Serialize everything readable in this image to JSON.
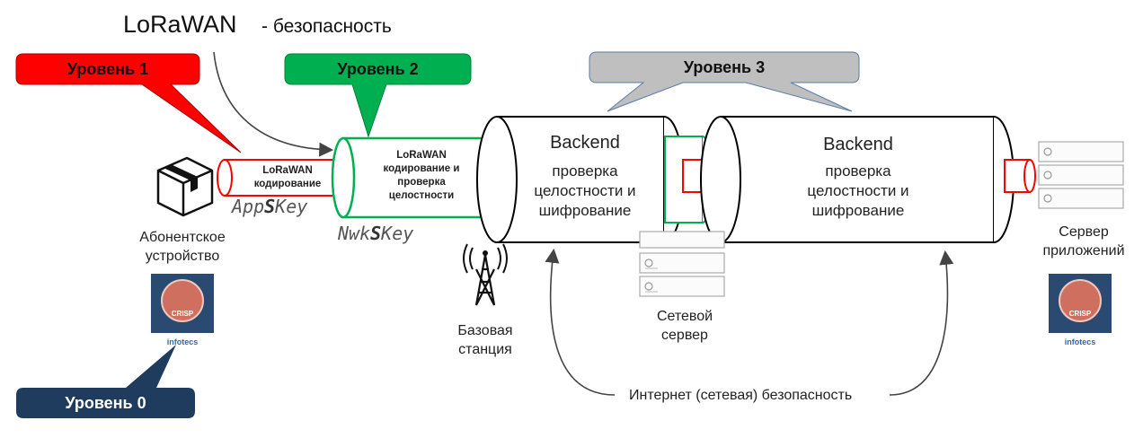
{
  "title": {
    "main": "LoRaWAN",
    "sub": "-  безопасность"
  },
  "levels": {
    "level1": "Уровень 1",
    "level2": "Уровень 2",
    "level3": "Уровень 3",
    "level0": "Уровень 0"
  },
  "colors": {
    "level1": "#ff0000",
    "level2": "#00b050",
    "level3": "#bfbfbf",
    "level0": "#1f3b5e",
    "crisp_tile": "#2a4a72",
    "crisp_circle": "#cf6f60"
  },
  "inner_pipe": {
    "line1": "LoRaWAN",
    "line2": "кодирование"
  },
  "green_pipe": {
    "line1": "LoRaWAN",
    "line2": "кодирование и",
    "line3": "проверка",
    "line4": "целостности"
  },
  "keys": {
    "app_prefix": "App",
    "app_bold": "S",
    "app_suffix": "Key",
    "nwk_prefix": "Nwk",
    "nwk_bold": "S",
    "nwk_suffix": "Key"
  },
  "backend1": {
    "title": "Backend",
    "line1": "проверка",
    "line2": "целостности и",
    "line3": "шифрование"
  },
  "backend2": {
    "title": "Backend",
    "line1": "проверка",
    "line2": "целостности и",
    "line3": "шифрование"
  },
  "labels": {
    "subscriber_line1": "Абонентское",
    "subscriber_line2": "устройство",
    "base_line1": "Базовая",
    "base_line2": "станция",
    "network_line1": "Сетевой",
    "network_line2": "сервер",
    "app_line1": "Сервер",
    "app_line2": "приложений",
    "internet": "Интернет (сетевая) безопасность"
  },
  "crisp": {
    "text": "CRISP",
    "brand": "infotecs"
  },
  "icons": {
    "device": "box-icon",
    "antenna": "antenna-tower-icon",
    "network_server": "server-stack-icon",
    "app_server": "server-stack-icon",
    "lock": "padlock-icon"
  }
}
